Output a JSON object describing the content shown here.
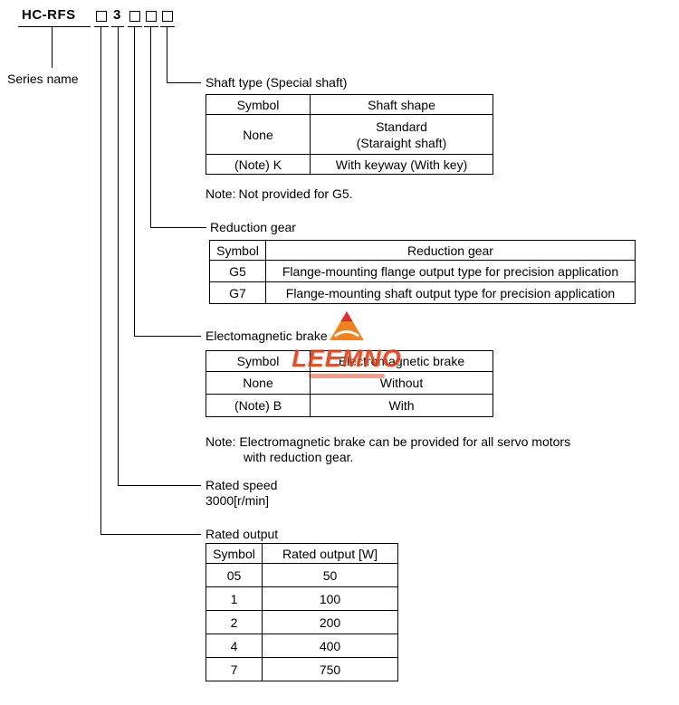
{
  "model": {
    "series": "HC-RFS",
    "speed_digit": "3"
  },
  "series_label": "Series name",
  "shaft": {
    "title": "Shaft type (Special shaft)",
    "col1": "Symbol",
    "col2": "Shaft shape",
    "row1_symbol": "None",
    "row1_value_line1": "Standard",
    "row1_value_line2": "(Staraight shaft)",
    "row2_symbol": "(Note) K",
    "row2_value": "With keyway (With key)",
    "note_label": "Note:",
    "note_text": "Not provided for G5."
  },
  "reduction": {
    "title": "Reduction gear",
    "col1": "Symbol",
    "col2": "Reduction gear",
    "rows": [
      {
        "symbol": "G5",
        "value": "Flange-mounting flange output type for precision application"
      },
      {
        "symbol": "G7",
        "value": "Flange-mounting shaft output type for precision application"
      }
    ]
  },
  "brake": {
    "title": "Electomagnetic brake",
    "col1": "Symbol",
    "col2": "Electromagnetic brake",
    "rows": [
      {
        "symbol": "None",
        "value": "Without"
      },
      {
        "symbol": "(Note) B",
        "value": "With"
      }
    ],
    "note_line1": "Note: Electromagnetic brake can be provided for all servo motors",
    "note_line2": "with reduction gear."
  },
  "speed": {
    "title": "Rated speed",
    "value": "3000[r/min]"
  },
  "output": {
    "title": "Rated output",
    "col1": "Symbol",
    "col2": "Rated output [W]",
    "rows": [
      {
        "symbol": "05",
        "value": "50"
      },
      {
        "symbol": "1",
        "value": "100"
      },
      {
        "symbol": "2",
        "value": "200"
      },
      {
        "symbol": "4",
        "value": "400"
      },
      {
        "symbol": "7",
        "value": "750"
      }
    ]
  },
  "watermark": {
    "text": "LEEMNO",
    "color": "#d93a1a"
  }
}
